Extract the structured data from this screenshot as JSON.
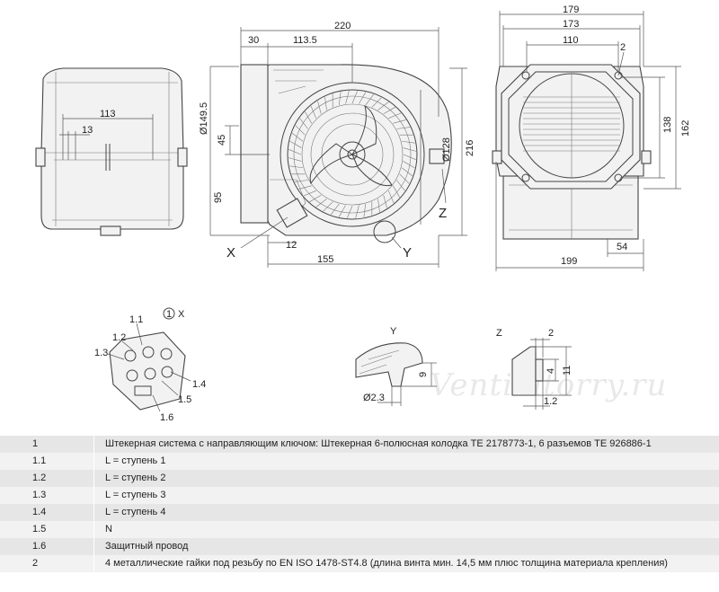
{
  "drawing": {
    "front_view": {
      "dims": {
        "width": "220",
        "offset_left": "30",
        "to_axis": "113.5",
        "height": "216",
        "dia_inlet": "Ø149.5",
        "dia_outlet": "Ø128",
        "upper_axis": "45",
        "lower_axis": "95",
        "bottom_offset": "12",
        "bottom_width": "155"
      },
      "views": {
        "x": "X",
        "y": "Y",
        "z": "Z"
      }
    },
    "side_view": {
      "dims": {
        "d113": "113",
        "d13": "13"
      }
    },
    "back_view": {
      "dims": {
        "w179": "179",
        "w173": "173",
        "w110": "110",
        "mark2": "2",
        "h138": "138",
        "h162": "162",
        "w54": "54",
        "w199": "199"
      }
    },
    "detail_x": {
      "title": "X",
      "marker": "1",
      "pins": [
        "1.1",
        "1.2",
        "1.3",
        "1.4",
        "1.5",
        "1.6"
      ]
    },
    "detail_y": {
      "title": "Y",
      "h": "9",
      "dia": "Ø2.3"
    },
    "detail_z": {
      "title": "Z",
      "d2": "2",
      "d4": "4",
      "d11": "11",
      "d12": "1.2"
    },
    "watermark": "Ventilatorry.ru"
  },
  "legend": [
    {
      "key": "1",
      "text": "Штекерная система с направляющим ключом: Штекерная 6-полюсная колодка TE 2178773-1, 6 разъемов TE 926886-1"
    },
    {
      "key": "1.1",
      "text": "L = ступень 1"
    },
    {
      "key": "1.2",
      "text": "L = ступень 2"
    },
    {
      "key": "1.3",
      "text": "L = ступень 3"
    },
    {
      "key": "1.4",
      "text": "L = ступень 4"
    },
    {
      "key": "1.5",
      "text": "N"
    },
    {
      "key": "1.6",
      "text": "Защитный провод"
    },
    {
      "key": "2",
      "text": "4 металлические гайки под резьбу по EN ISO 1478-ST4.8 (длина винта мин. 14,5 мм плюс толщина материала крепления)"
    }
  ]
}
